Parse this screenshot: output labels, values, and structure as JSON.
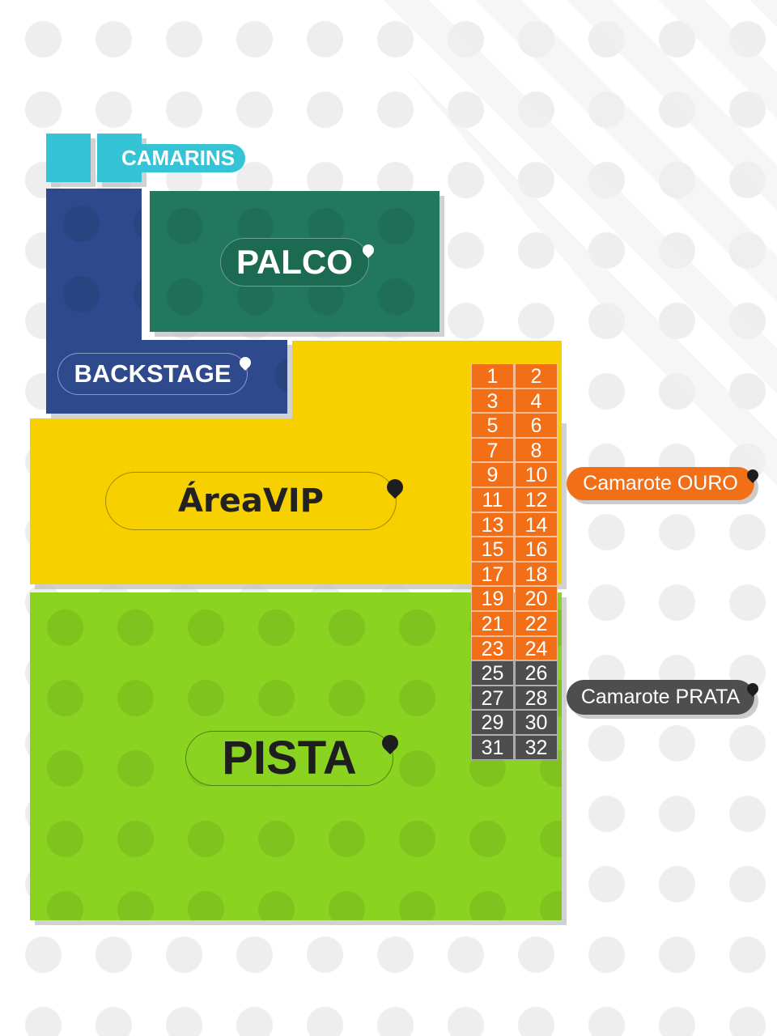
{
  "zones": {
    "camarins": {
      "label": "CAMARINS",
      "color": "#35c3d6"
    },
    "palco": {
      "label": "PALCO",
      "color": "#22775f"
    },
    "backstage": {
      "label": "BACKSTAGE",
      "color": "#2e4a8c"
    },
    "vip": {
      "label": "ÁreaVIP",
      "color": "#f7d000"
    },
    "pista": {
      "label": "PISTA",
      "color": "#8bd321"
    }
  },
  "boxes": {
    "ouro_label": "Camarote OURO",
    "prata_label": "Camarote PRATA",
    "ouro_color": "#f26f18",
    "prata_color": "#4e4e4e",
    "numbers": [
      "1",
      "2",
      "3",
      "4",
      "5",
      "6",
      "7",
      "8",
      "9",
      "10",
      "11",
      "12",
      "13",
      "14",
      "15",
      "16",
      "17",
      "18",
      "19",
      "20",
      "21",
      "22",
      "23",
      "24",
      "25",
      "26",
      "27",
      "28",
      "29",
      "30",
      "31",
      "32"
    ],
    "ouro_count": 24
  },
  "icons": {
    "pin": "map-pin-icon"
  }
}
